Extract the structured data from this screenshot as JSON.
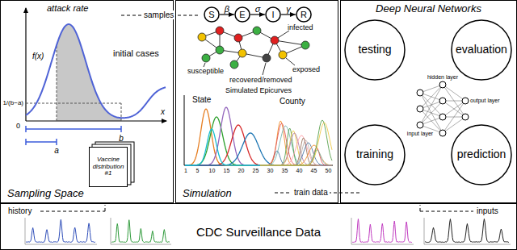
{
  "diagram": {
    "nodes": [
      {
        "text": [
          "Sampling Space"
        ]
      },
      {
        "text": [
          "Vaccine distribution #1"
        ],
        "in": 0
      },
      {
        "text": [
          "Simulation"
        ]
      },
      {
        "text": [
          "S"
        ],
        "in": 2
      },
      {
        "text": [
          "E"
        ],
        "in": 2
      },
      {
        "text": [
          "I"
        ],
        "in": 2
      },
      {
        "text": [
          "R"
        ],
        "in": 2
      },
      {
        "text": [
          "Deep Neural Networks"
        ]
      },
      {
        "text": [
          "testing"
        ],
        "in": 7
      },
      {
        "text": [
          "evaluation"
        ],
        "in": 7
      },
      {
        "text": [
          "training"
        ],
        "in": 7
      },
      {
        "text": [
          "prediction"
        ],
        "in": 7
      },
      {
        "text": [
          "CDC Surveillance Data"
        ]
      }
    ],
    "edges": [
      {
        "from": 3,
        "to": 4,
        "arrow": "to",
        "label": "β"
      },
      {
        "from": 4,
        "to": 5,
        "arrow": "to",
        "label": "σ"
      },
      {
        "from": 5,
        "to": 6,
        "arrow": "to",
        "label": "γ"
      }
    ],
    "labels": [
      "attack rate",
      "initial cases",
      "f(x)",
      "1/(b−a)",
      "0",
      "a",
      "b",
      "x",
      "samples",
      "infected",
      "susceptible",
      "recovered/removed",
      "exposed",
      "Simulated Epicurves",
      "State",
      "County",
      "1",
      "5",
      "10",
      "15",
      "20",
      "25",
      "30",
      "35",
      "40",
      "45",
      "50",
      "train data",
      "input layer",
      "hidden layer",
      "output layer",
      "history",
      "inputs"
    ]
  }
}
